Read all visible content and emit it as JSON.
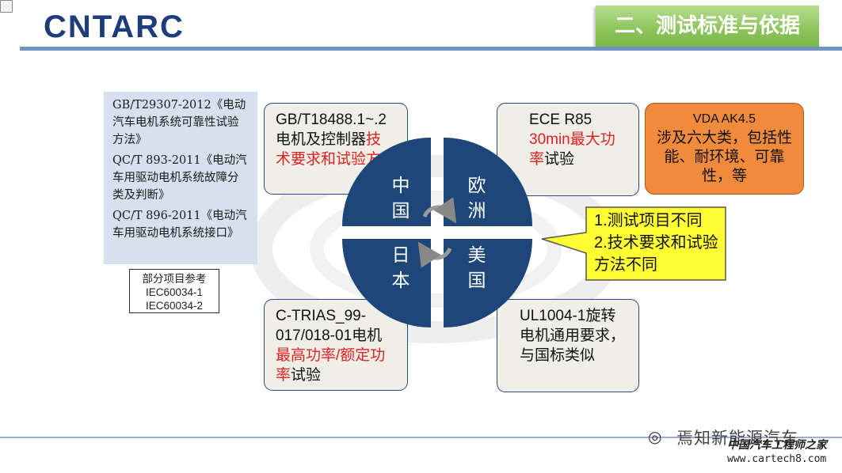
{
  "header": {
    "logo": "CNTARC",
    "title": "二、测试标准与依据"
  },
  "china_refs": [
    "GB/T29307-2012《电动汽车电机系统可靠性试验方法》",
    "QC/T 893-2011《电动汽车用驱动电机系统故障分类及判断》",
    "QC/T 896-2011《电动汽车用驱动电机系统接口》"
  ],
  "iec_box": {
    "title": "部分项目参考",
    "line1": "IEC60034-1",
    "line2": "IEC60034-2"
  },
  "standards": {
    "china": {
      "pre": "GB/T18488.1~.2电机及控制器",
      "red": "技术要求和试验方法",
      "post": ""
    },
    "europe": {
      "pre": "ECE R85 ",
      "red": "30min最大功率",
      "post": "试验"
    },
    "japan": {
      "pre": "C-TRIAS_99-017/018-01电机",
      "red": "最高功率/额定功率",
      "post": "试验"
    },
    "usa": {
      "pre": "UL1004-1旋转电机通用要求，与国标类似",
      "red": "",
      "post": ""
    }
  },
  "vda": {
    "title": "VDA AK4.5",
    "body": "涉及六大类，包括性能、耐环境、可靠性，等"
  },
  "regions": {
    "cn": "中国",
    "eu": "欧洲",
    "jp": "日本",
    "us": "美国"
  },
  "callout": {
    "line1": "1.测试项目不同",
    "line2": "2.技术要求和试验方法不同"
  },
  "footer": {
    "brand": "焉知新能源汽车",
    "site_name": "中国汽车工程师之家",
    "site_url": "www.cartech8.com"
  },
  "colors": {
    "pie": "#1f4679",
    "accent_red": "#e02020",
    "vda_fill": "#f08a3c",
    "callout_fill": "#ffff33",
    "title_green": "#8cc45a"
  }
}
